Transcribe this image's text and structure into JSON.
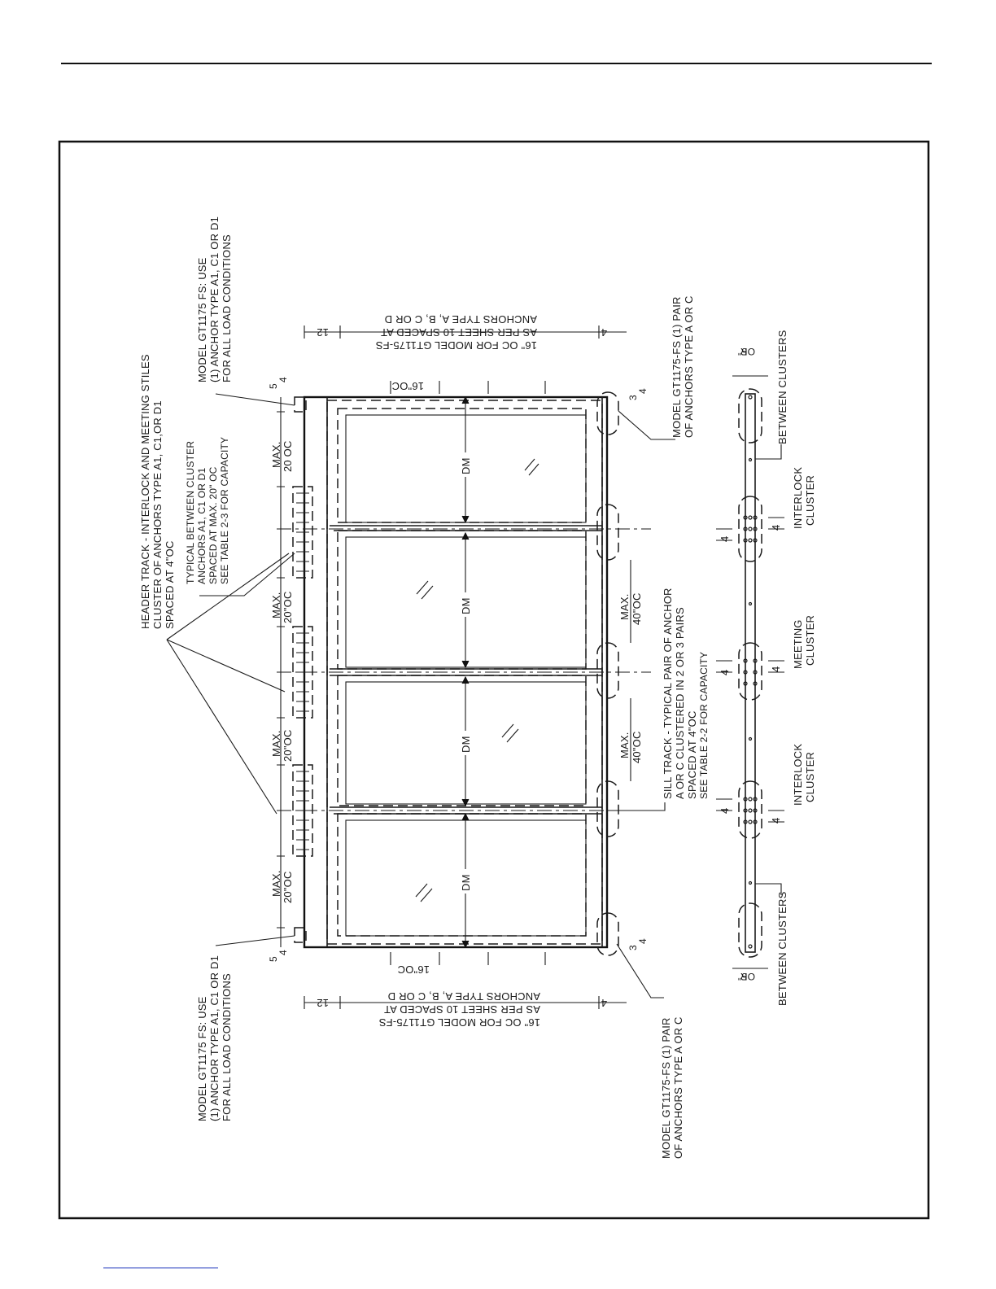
{
  "notes": {
    "header_track": [
      "HEADER TRACK - INTERLOCK AND MEETING STILES",
      "CLUSTER OF ANCHORS TYPE A1, C1,OR D1",
      "SPACED AT 4\"OC"
    ],
    "typical_between": [
      "TYPICAL BETWEEN CLUSTER",
      "ANCHORS A1, C1 OR D1",
      "SPACED AT MAX. 20\" OC",
      "SEE TABLE 2-3 FOR CAPACITY"
    ],
    "model_top_right": [
      "MODEL GT1175 FS: USE",
      "(1) ANCHOR TYPE A1, C1 OR D1",
      "FOR ALL LOAD CONDITIONS"
    ],
    "model_top_left": [
      "MODEL GT1175 FS: USE",
      "(1) ANCHOR TYPE A1, C1 OR D1",
      "FOR ALL LOAD CONDITIONS"
    ],
    "model_sill_right": [
      "MODEL GT1175-FS (1) PAIR",
      "OF ANCHORS TYPE A OR C"
    ],
    "model_sill_left": [
      "MODEL GT1175-FS (1) PAIR",
      "OF ANCHORS TYPE A OR C"
    ],
    "sill_track": [
      "SILL TRACK - TYPICAL PAIR OF ANCHOR",
      "A OR C CLUSTERED IN 2 OR 3 PAIRS",
      "SPACED AT 4\"OC",
      "SEE TABLE 2-2 FOR CAPACITY"
    ],
    "anchors_upside": [
      "ANCHORS TYPE A, B, C OR D",
      "AS PER SHEET 10 SPACED AT",
      "16\" OC FOR MODEL GT1175-FS"
    ]
  },
  "dims": {
    "max_20oc": [
      "MAX.",
      "20\"OC"
    ],
    "max_20_oc_spaced": [
      "MAX.",
      "20 OC"
    ],
    "max_40oc": [
      "MAX.",
      "40\"OC"
    ],
    "dm": "DM",
    "sixteen_oc": "16\"OC",
    "twelve": "12",
    "four": "4",
    "five": "5",
    "three": "3",
    "frac_4": "4"
  },
  "sill_plan": {
    "between_clusters": "BETWEEN CLUSTERS",
    "interlock_cluster": [
      "INTERLOCK",
      "CLUSTER"
    ],
    "meeting_cluster": [
      "MEETING",
      "CLUSTER"
    ],
    "small_dim": [
      "5\"",
      "OR",
      "3\"",
      "4"
    ]
  }
}
